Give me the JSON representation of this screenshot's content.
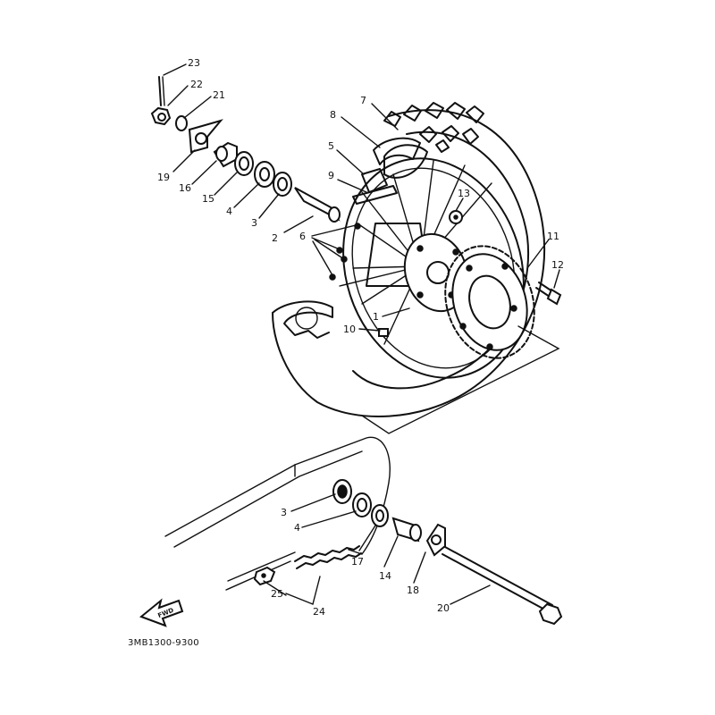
{
  "diagram": {
    "part_code": "3MB1300-9300",
    "fwd_label": "FWD",
    "callouts": [
      {
        "id": "c23",
        "text": "23"
      },
      {
        "id": "c22",
        "text": "22"
      },
      {
        "id": "c21",
        "text": "21"
      },
      {
        "id": "c19",
        "text": "19"
      },
      {
        "id": "c16",
        "text": "16"
      },
      {
        "id": "c15",
        "text": "15"
      },
      {
        "id": "c4a",
        "text": "4"
      },
      {
        "id": "c3a",
        "text": "3"
      },
      {
        "id": "c2",
        "text": "2"
      },
      {
        "id": "c6",
        "text": "6"
      },
      {
        "id": "c7",
        "text": "7"
      },
      {
        "id": "c8",
        "text": "8"
      },
      {
        "id": "c5",
        "text": "5"
      },
      {
        "id": "c9",
        "text": "9"
      },
      {
        "id": "c13",
        "text": "13"
      },
      {
        "id": "c11",
        "text": "11"
      },
      {
        "id": "c12",
        "text": "12"
      },
      {
        "id": "c1",
        "text": "1"
      },
      {
        "id": "c10",
        "text": "10"
      },
      {
        "id": "c3b",
        "text": "3"
      },
      {
        "id": "c4b",
        "text": "4"
      },
      {
        "id": "c17",
        "text": "17"
      },
      {
        "id": "c14",
        "text": "14"
      },
      {
        "id": "c18",
        "text": "18"
      },
      {
        "id": "c20",
        "text": "20"
      },
      {
        "id": "c25",
        "text": "25"
      },
      {
        "id": "c24",
        "text": "24"
      }
    ]
  }
}
